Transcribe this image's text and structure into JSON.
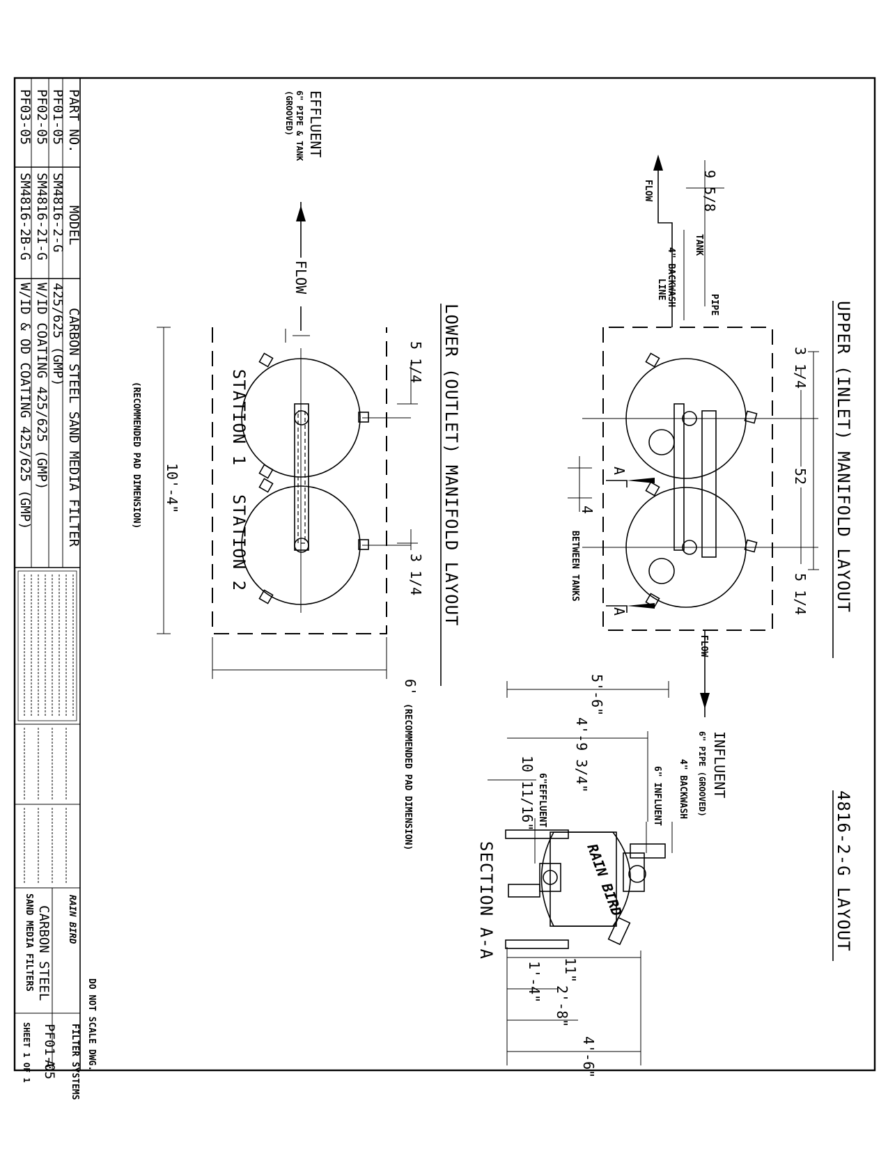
{
  "titles": {
    "upper": "UPPER (INLET) MANIFOLD LAYOUT",
    "lower": "LOWER (OUTLET) MANIFOLD LAYOUT",
    "main": "4816-2-G LAYOUT",
    "section": "SECTION A-A"
  },
  "upper": {
    "dim_left": "3 1/4",
    "dim_center": "52",
    "dim_right": "5 1/4",
    "dim_tank_pipe": "9 5/8",
    "cl_tank": "TANK",
    "cl_pipe": "PIPE",
    "backwash_line": [
      "4\" BACKWASH",
      "LINE"
    ],
    "flow_out": "FLOW",
    "flow_in": "FLOW",
    "between_value": "4",
    "between_text": "BETWEEN TANKS",
    "section_mark": "A",
    "influent": [
      "INFLUENT",
      "6\" PIPE (GROOVED)"
    ]
  },
  "lower": {
    "dim_left": "5 1/4",
    "dim_right": "3 1/4",
    "dim_pad_width": "10'-4\"",
    "pad_note_width": "(RECOMMENDED PAD DIMENSION)",
    "dim_pad_depth": "6'",
    "pad_note_depth": "(RECOMMENDED PAD DIMENSION)",
    "station1": "STATION 1",
    "station2": "STATION 2",
    "flow": "FLOW",
    "effluent": [
      "EFFLUENT",
      "6\" PIPE & TANK",
      "(GROOVED)"
    ]
  },
  "section": {
    "h_overall": "5'-6\"",
    "h_backwash": "4'-9 3/4\"",
    "h_effluent": "10 11/16\"",
    "label_backwash": "4\" BACKWASH",
    "label_influent": "6\" INFLUENT",
    "label_effluent": "6\"EFFLUENT",
    "d_small": "11\"",
    "d_leg": "1'-4\"",
    "d_mid": "2'-8\"",
    "d_overall": "4'-6\"",
    "brand": "RAIN BIRD"
  },
  "parts_table": {
    "headers": [
      "PART NO.",
      "MODEL"
    ],
    "description_header": "CARBON STEEL SAND MEDIA FILTER",
    "rows": [
      {
        "part": "PF01-05",
        "model": "SM4816-2-G",
        "desc": "425/625 (GMP)"
      },
      {
        "part": "PF02-05",
        "model": "SM4816-2I-G",
        "desc": "W/ID COATING 425/625 (GMP)"
      },
      {
        "part": "PF03-05",
        "model": "SM4816-2B-G",
        "desc": "W/ID & OD COATING 425/625 (GMP)"
      }
    ]
  },
  "title_block": {
    "do_not_scale": "DO NOT SCALE DWG.",
    "company": "FILTER SYSTEMS",
    "title_lines": [
      "CARBON STEEL",
      "SAND MEDIA FILTERS"
    ],
    "drawing_no": "PF01-05",
    "rev": "A",
    "sheet": "SHEET 1 OF 1",
    "brand": "RAIN BIRD"
  }
}
